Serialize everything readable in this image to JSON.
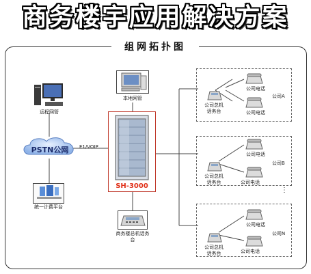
{
  "title": "商务楼宇应用解决方案",
  "subtitle": "组网拓扑图",
  "nodes": {
    "remote_admin": "远程网管",
    "local_admin": "本地网管",
    "pstn": "PSTN公网",
    "link_protocol": "E1/VOIP",
    "billing": "统一计费平台",
    "main_switch": "SH-3000",
    "building_console": "商务楼总机话务台"
  },
  "companies": [
    {
      "name": "公司A",
      "console": "公司总机话务台",
      "phone_a": "公司电话",
      "phone_b": "公司电话"
    },
    {
      "name": "公司B",
      "console": "公司总机话务台",
      "phone_a": "公司电话",
      "phone_b": "公司电话"
    },
    {
      "name": "公司N",
      "console": "公司总机话务台",
      "phone_a": "公司电话",
      "phone_b": "公司电话"
    }
  ],
  "ellipsis": "⋮"
}
